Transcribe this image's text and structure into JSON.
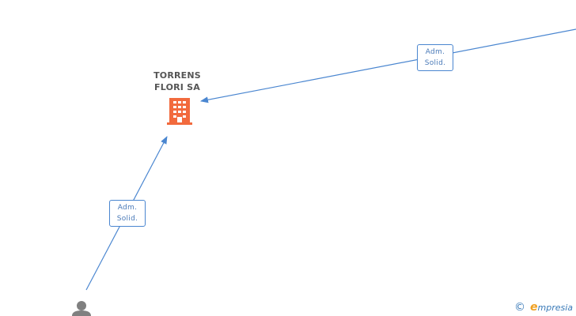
{
  "company": {
    "name_line1": "TORRENS",
    "name_line2": "FLORI SA",
    "icon": "building-icon",
    "color": "#f26a3d"
  },
  "edges": [
    {
      "from": "offscreen-entity-top-right",
      "to": "company",
      "label_line1": "Adm.",
      "label_line2": "Solid."
    },
    {
      "from": "person",
      "to": "company",
      "label_line1": "Adm.",
      "label_line2": "Solid."
    }
  ],
  "person": {
    "icon": "person-icon",
    "color": "#808080"
  },
  "edge_color": "#4a86d0",
  "footer": {
    "copyright_symbol": "©",
    "brand_initial": "e",
    "brand_rest": "mpresia"
  }
}
